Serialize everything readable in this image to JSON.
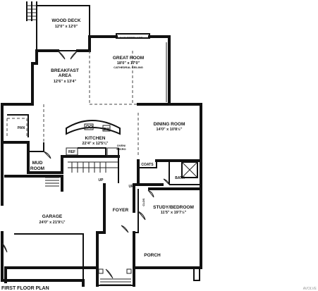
{
  "plan_title": "FIRST FLOOR PLAN",
  "watermark": "AVOLVE",
  "rooms": {
    "wood_deck": {
      "name": "WOOD DECK",
      "dim": "12'0\" x 12'0\""
    },
    "great_room": {
      "name": "GREAT ROOM",
      "dim": "18'0\" x 17'0\"",
      "note": "CATHEDRAL CEILING"
    },
    "breakfast": {
      "name": "BREAKFAST",
      "name2": "AREA",
      "dim": "12'6\" x 13'4\""
    },
    "dining": {
      "name": "DINING ROOM",
      "dim": "14'0\" x 10'8½\""
    },
    "kitchen": {
      "name": "KITCHEN",
      "dim": "22'4\" x 12'5¾\""
    },
    "mud_room": {
      "name": "MUD",
      "name2": "ROOM"
    },
    "garage": {
      "name": "GARAGE",
      "dim": "24'0\" x 21'9¾\""
    },
    "foyer": {
      "name": "FOYER"
    },
    "study": {
      "name": "STUDY/BEDROOM",
      "dim": "11'5\" x 19'7½\""
    },
    "porch": {
      "name": "PORCH"
    },
    "bath": {
      "name": "BATH"
    }
  },
  "fixtures": {
    "gas_fireplace": "GAS FIREPLACE",
    "pan": "PAN",
    "dw": "DW",
    "ref": "REF",
    "oven": "OVEN/",
    "oven2": "MICRO",
    "coats": "COATS",
    "clos": "CLOS",
    "up_1": "UP",
    "up_2": "UP"
  }
}
